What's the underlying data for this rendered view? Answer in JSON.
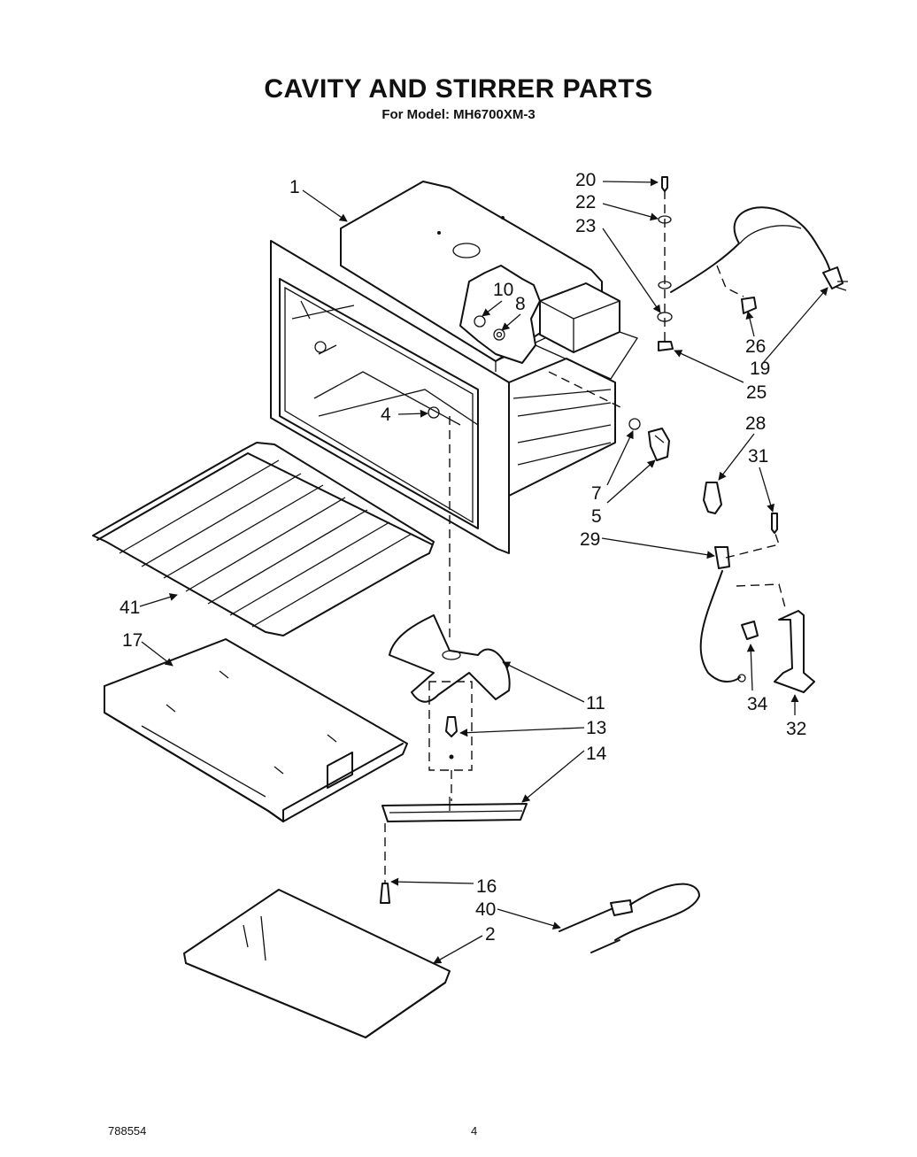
{
  "title": "CAVITY AND STIRRER PARTS",
  "subtitle": "For Model: MH6700XM-3",
  "footer": {
    "doc_number": "788554",
    "page_number": "4"
  },
  "callouts": [
    "1",
    "20",
    "22",
    "23",
    "10",
    "8",
    "26",
    "19",
    "25",
    "4",
    "28",
    "31",
    "7",
    "5",
    "29",
    "41",
    "17",
    "11",
    "13",
    "14",
    "34",
    "32",
    "16",
    "40",
    "2"
  ]
}
